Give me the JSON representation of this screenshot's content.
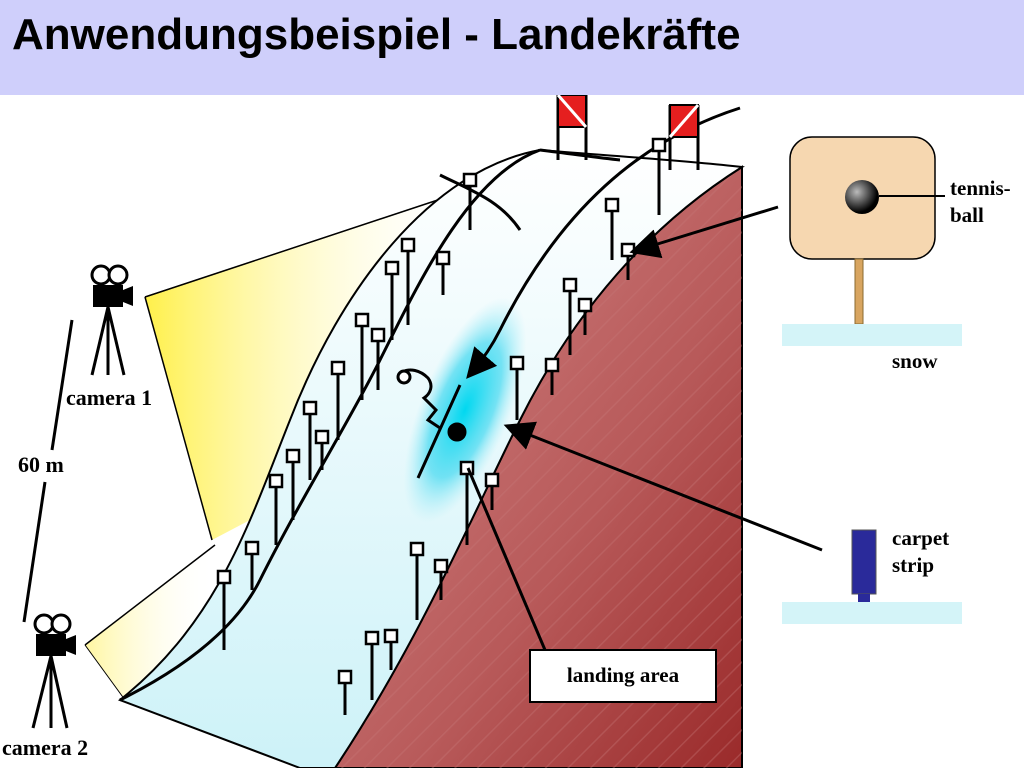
{
  "slide": {
    "title": "Anwendungsbeispiel - Landekräfte"
  },
  "diagram": {
    "labels": {
      "camera_1": "camera 1",
      "camera_2": "camera 2",
      "distance": "60 m",
      "tennis_line1": "tennis-",
      "tennis_line2": "ball",
      "snow": "snow",
      "carpet_line1": "carpet",
      "carpet_line2": "strip",
      "landing_area": "landing area"
    },
    "colors": {
      "title_background": "#cfcffb",
      "slope_side": "#b85a5a",
      "snow_surface": "#dff7fb",
      "landing_highlight": "#1fc8e8",
      "camera_beam": "#fff04a",
      "flag_red": "#e51f1f",
      "carpet_strip": "#2a2a9a",
      "snow_layer": "#d4f4f8",
      "ball_box": "#f6d7b0"
    },
    "icons": [
      "camera-icon",
      "flag-icon",
      "skier-icon",
      "tennis-ball-icon",
      "carpet-strip-icon"
    ]
  }
}
